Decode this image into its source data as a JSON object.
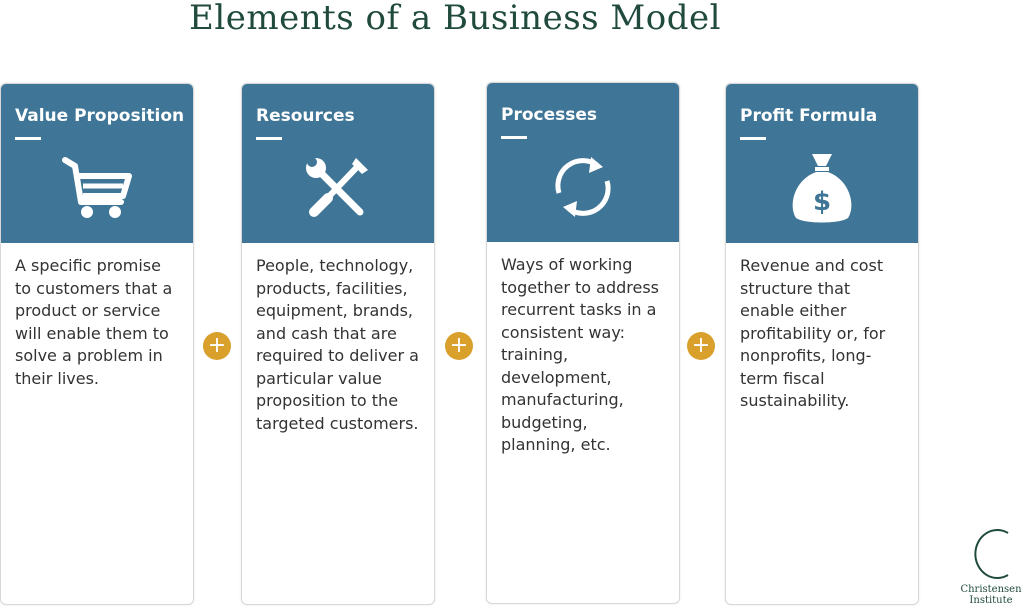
{
  "title": "Elements of a Business Model",
  "cards": [
    {
      "label": "Value Proposition",
      "icon": "shopping-cart-icon",
      "text": "A specific promise to customers that a product or service will enable them to solve a problem in their lives."
    },
    {
      "label": "Resources",
      "icon": "wrench-screwdriver-icon",
      "text": "People, technology, products, facilities, equipment, brands, and cash that are required to deliver a particular value proposition to the targeted customers."
    },
    {
      "label": "Processes",
      "icon": "refresh-cycle-icon",
      "text": "Ways of working together to address recurrent tasks in a consistent way: training, development, manufacturing, budgeting, planning, etc."
    },
    {
      "label": "Profit Formula",
      "icon": "money-bag-icon",
      "text": "Revenue and cost structure that enable either profitability or, for nonprofits, long-term fiscal sustainability."
    }
  ],
  "plus_symbol": "+",
  "logo": {
    "line1": "Christensen",
    "line2": "Institute"
  },
  "colors": {
    "header": "#3f7596",
    "plus": "#d9a02c",
    "title": "#1f4a3d"
  }
}
